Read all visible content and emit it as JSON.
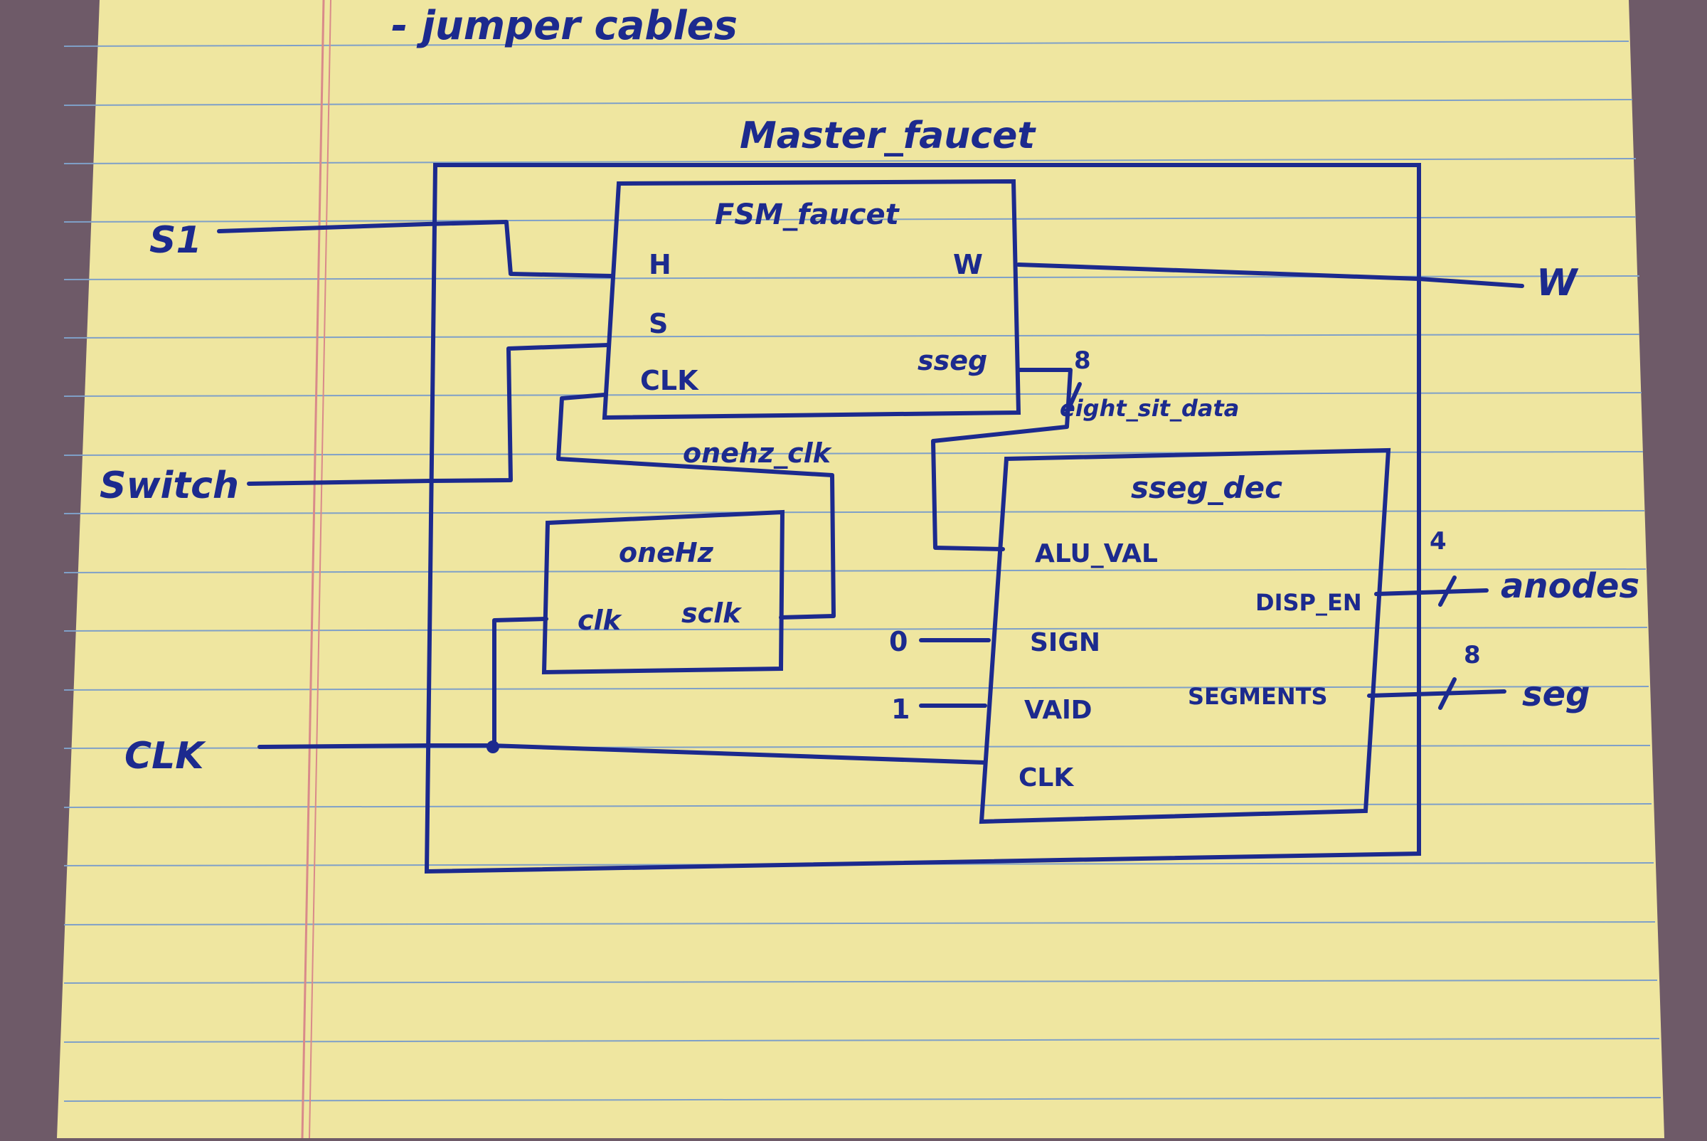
{
  "note": {
    "header_text": "- jumper cables",
    "top_module_title": "Master_faucet",
    "colors": {
      "paper": "#efe6a0",
      "ink": "#1c2a8e",
      "rule_line": "#7fa0c8",
      "margin_line": "#d98a8a",
      "desk": "#6e5a68"
    }
  },
  "inputs": {
    "s1": "S1",
    "switch": "Switch",
    "clk": "CLK"
  },
  "outputs": {
    "w": "W",
    "anodes": "anodes",
    "seg": "seg"
  },
  "fsm": {
    "title": "FSM_faucet",
    "port_h": "H",
    "port_s": "S",
    "port_clk": "CLK",
    "port_w": "W",
    "port_sseg": "sseg"
  },
  "onehz": {
    "title": "oneHz",
    "port_clk": "clk",
    "port_sclk": "sclk"
  },
  "ssegdec": {
    "title": "sseg_dec",
    "port_alu_val": "ALU_VAL",
    "port_sign": "SIGN",
    "port_valid": "VAlD",
    "port_clk": "CLK",
    "port_disp_en": "DISP_EN",
    "port_segments": "SEGMENTS"
  },
  "signals": {
    "onehz_clk": "onehz_clk",
    "eight_bit_data": "eight_sit_data",
    "const_sign": "0",
    "const_valid": "1"
  },
  "bus_widths": {
    "sseg": "8",
    "anodes": "4",
    "seg": "8"
  }
}
